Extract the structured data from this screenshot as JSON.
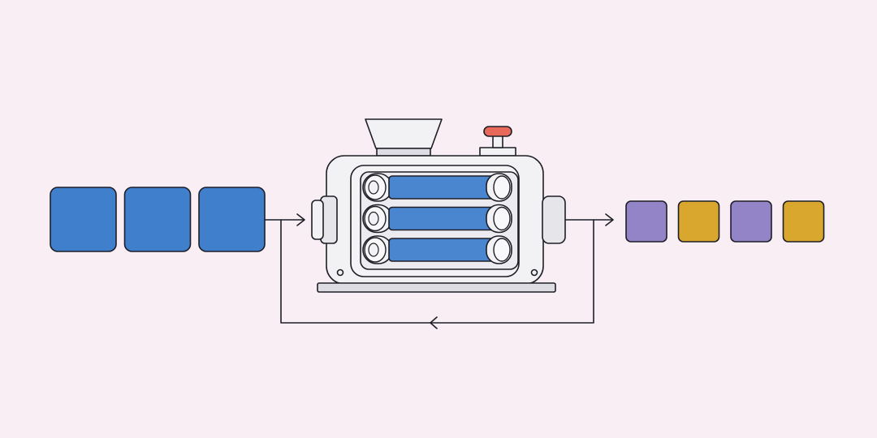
{
  "colors": {
    "background": "#f8eef4",
    "outline": "#1e1e26",
    "machine_body": "#f2f2f4",
    "machine_shade": "#dcdce2",
    "input_block": "#3f7fcc",
    "roller": "#4a86d0",
    "knob": "#e8685a",
    "output_purple": "#9384c8",
    "output_gold": "#d9a62e"
  },
  "diagram": {
    "input_blocks": [
      {
        "name": "input-block-1",
        "color": "#3f7fcc"
      },
      {
        "name": "input-block-2",
        "color": "#3f7fcc"
      },
      {
        "name": "input-block-3",
        "color": "#3f7fcc"
      }
    ],
    "output_blocks": [
      {
        "name": "output-block-1",
        "color": "#9384c8"
      },
      {
        "name": "output-block-2",
        "color": "#d9a62e"
      },
      {
        "name": "output-block-3",
        "color": "#9384c8"
      },
      {
        "name": "output-block-4",
        "color": "#d9a62e"
      }
    ],
    "roller_count": 3,
    "icons": [
      "hopper-icon",
      "knob-icon",
      "roller-icon",
      "arrow-right-icon",
      "arrow-left-icon"
    ]
  }
}
